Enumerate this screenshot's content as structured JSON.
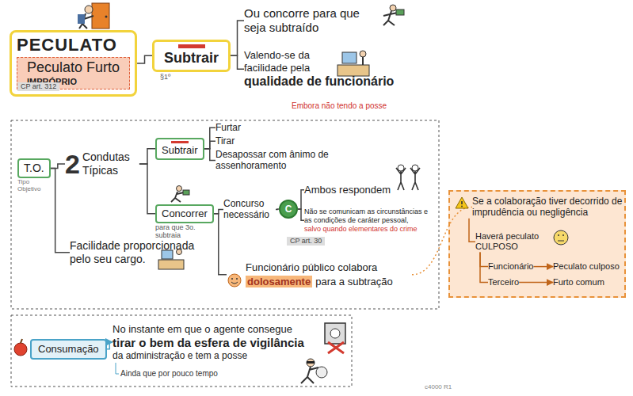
{
  "diagram": {
    "nodes": [
      {
        "text": [
          "PECULATO"
        ]
      },
      {
        "text": [
          "Peculato Furto",
          "IMPRÓPRIO"
        ],
        "in": 0
      },
      {
        "text": [
          "Subtrair"
        ]
      },
      {
        "text": [
          "Ou concorre para que seja subtraído"
        ]
      },
      {
        "text": [
          "Valendo-se da facilidade pela",
          "qualidade de funcionário"
        ]
      },
      {
        "text": [
          "T.O.",
          "Tipo Objetivo"
        ]
      },
      {
        "text": [
          "2",
          "Condutas Típicas"
        ]
      },
      {
        "text": [
          "Subtrair"
        ]
      },
      {
        "text": [
          "Furtar"
        ]
      },
      {
        "text": [
          "Tirar"
        ]
      },
      {
        "text": [
          "Desapossar com ânimo de assenhoramento"
        ]
      },
      {
        "text": [
          "Concorrer",
          "para que 3o. subtraia"
        ]
      },
      {
        "text": [
          "Concurso necessário"
        ]
      },
      {
        "text": [
          "C"
        ]
      },
      {
        "text": [
          "Ambos respondem"
        ]
      },
      {
        "text": [
          "Não se comunicam as circunstâncias e as condições de caráter pessoal,",
          "salvo quando elementares do crime"
        ]
      },
      {
        "text": [
          "Funcionário público colabora",
          "dolosamente",
          "para a subtração"
        ]
      },
      {
        "text": [
          "Facilidade proporcionada pelo seu cargo."
        ]
      },
      {
        "text": [
          "Se a colaboração tiver decorrido de imprudência ou negligência"
        ]
      },
      {
        "text": [
          "Haverá peculato CULPOSO"
        ],
        "in": 18
      },
      {
        "text": [
          "Funcionário"
        ],
        "in": 18
      },
      {
        "text": [
          "Peculato culposo"
        ],
        "in": 18
      },
      {
        "text": [
          "Terceiro"
        ],
        "in": 18
      },
      {
        "text": [
          "Furto comum"
        ],
        "in": 18
      },
      {
        "text": [
          "Consumação"
        ]
      },
      {
        "text": [
          "No instante em que o agente consegue",
          "tirar o bem da esfera de vigilância",
          "da administração e tem a posse"
        ]
      }
    ],
    "edges": [
      {
        "from": 0,
        "to": 2,
        "arrow": "none"
      },
      {
        "from": 2,
        "to": 3,
        "arrow": "none"
      },
      {
        "from": 2,
        "to": 4,
        "arrow": "none"
      },
      {
        "from": 5,
        "to": 6,
        "arrow": "none"
      },
      {
        "from": 6,
        "to": 7,
        "arrow": "none"
      },
      {
        "from": 6,
        "to": 11,
        "arrow": "none"
      },
      {
        "from": 7,
        "to": 8,
        "arrow": "none"
      },
      {
        "from": 7,
        "to": 9,
        "arrow": "none"
      },
      {
        "from": 7,
        "to": 10,
        "arrow": "none"
      },
      {
        "from": 11,
        "to": 12,
        "arrow": "none"
      },
      {
        "from": 12,
        "to": 13,
        "arrow": "none"
      },
      {
        "from": 13,
        "to": 14,
        "arrow": "none"
      },
      {
        "from": 13,
        "to": 15,
        "arrow": "none"
      },
      {
        "from": 11,
        "to": 16,
        "arrow": "none"
      },
      {
        "from": 5,
        "to": 17,
        "arrow": "none"
      },
      {
        "from": 16,
        "to": 18,
        "arrow": "none"
      },
      {
        "from": 18,
        "to": 19,
        "arrow": "none"
      },
      {
        "from": 19,
        "to": 20,
        "arrow": "none"
      },
      {
        "from": 19,
        "to": 22,
        "arrow": "none"
      },
      {
        "from": 20,
        "to": 21,
        "arrow": "to"
      },
      {
        "from": 22,
        "to": 23,
        "arrow": "to"
      },
      {
        "from": 24,
        "to": 25,
        "arrow": "to"
      }
    ],
    "labels": [
      "CP art. 312",
      "§1º",
      "Embora não tendo a posse",
      "CP art. 30",
      "Ainda que por pouco tempo",
      "c4000 R1"
    ]
  }
}
